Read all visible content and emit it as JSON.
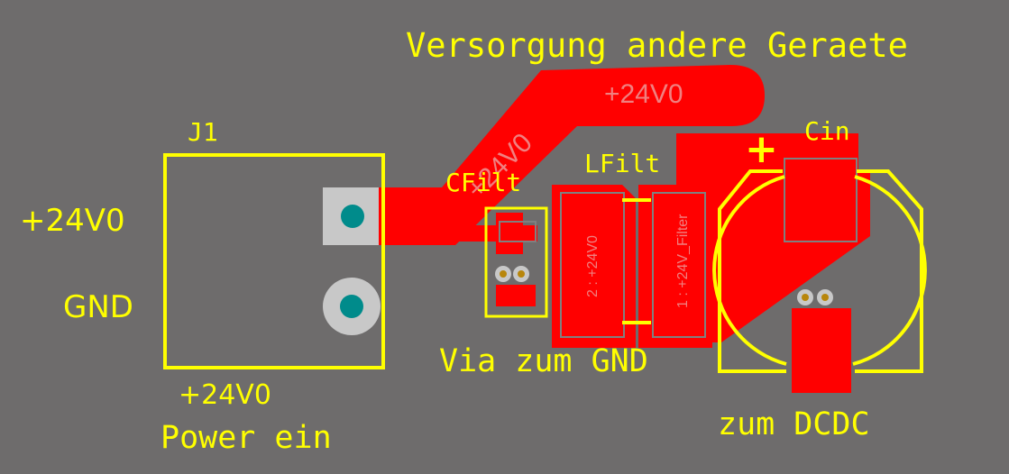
{
  "colors": {
    "background": "#6e6c6c",
    "copper": "#ff0000",
    "silkscreen": "#ffff00",
    "net_label": "#f08080",
    "pad_gray": "#c8c8c8",
    "drill": "#008b8b",
    "via": "#b8860b"
  },
  "labels": {
    "title": "Versorgung andere Geraete",
    "j1": "J1",
    "pin_24v_left": "+24V0",
    "gnd_left": "GND",
    "pin_24v_bottom": "+24V0",
    "power_in": "Power ein",
    "cfilt": "CFilt",
    "lfilt": "LFilt",
    "cin": "Cin",
    "plus": "+",
    "via_gnd": "Via zum GND",
    "to_dcdc": "zum DCDC"
  },
  "nets": {
    "trace_horizontal": "+24V0",
    "trace_diagonal": "+24V0",
    "pad_left": "2 : +24V0",
    "pad_right": "1 : +24V_Filter"
  },
  "icons": {
    "square_pad": "square-pad-icon",
    "round_pad": "round-pad-icon",
    "via": "via-icon"
  }
}
